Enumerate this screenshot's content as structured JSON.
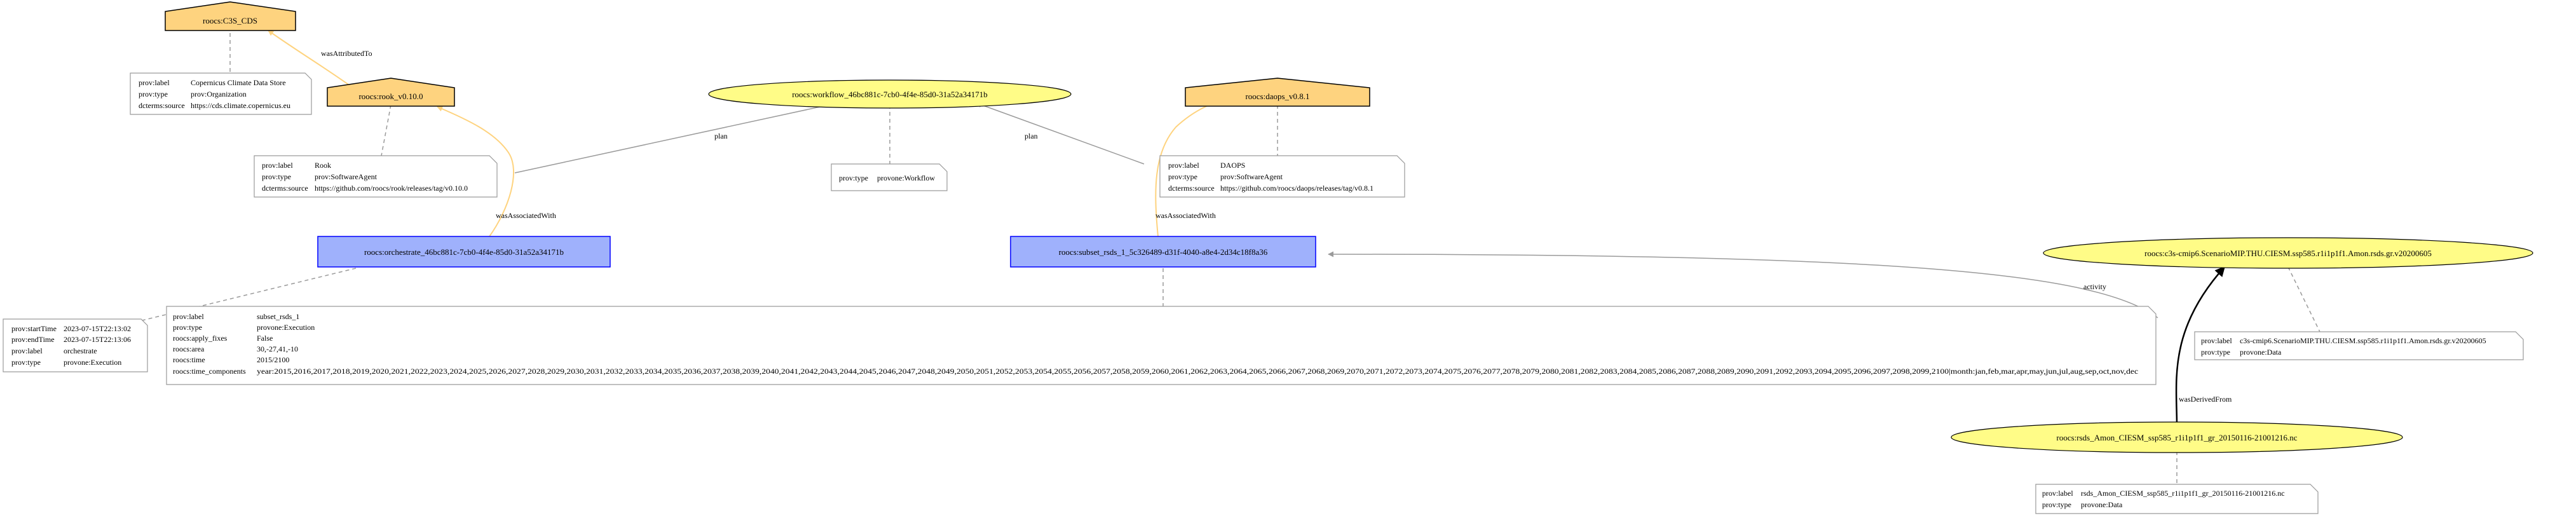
{
  "colors": {
    "agent_fill": "#fed37f",
    "activity_fill": "#9fb1fc",
    "activity_stroke": "#0000ff",
    "entity_fill": "#fffc87",
    "note_stroke": "#9a9a9a",
    "attributed_edge": "#fed37f",
    "associated_edge": "#fed37f",
    "plan_edge": "#9a9a9a",
    "activity_edge": "#9a9a9a",
    "derived_edge": "#000000"
  },
  "nodes": {
    "c3s_cds": {
      "label": "roocs:C3S_CDS"
    },
    "rook": {
      "label": "roocs:rook_v0.10.0"
    },
    "workflow": {
      "label": "roocs:workflow_46bc881c-7cb0-4f4e-85d0-31a52a34171b"
    },
    "daops": {
      "label": "roocs:daops_v0.8.1"
    },
    "orchestrate": {
      "label": "roocs:orchestrate_46bc881c-7cb0-4f4e-85d0-31a52a34171b"
    },
    "subset": {
      "label": "roocs:subset_rsds_1_5c326489-d31f-4040-a8e4-2d34c18f8a36"
    },
    "cmip6": {
      "label": "roocs:c3s-cmip6.ScenarioMIP.THU.CIESM.ssp585.r1i1p1f1.Amon.rsds.gr.v20200605"
    },
    "rsds_nc": {
      "label": "roocs:rsds_Amon_CIESM_ssp585_r1i1p1f1_gr_20150116-21001216.nc"
    }
  },
  "notes": {
    "c3s_cds": [
      {
        "key": "prov:label",
        "value": "Copernicus Climate Data Store"
      },
      {
        "key": "prov:type",
        "value": "prov:Organization"
      },
      {
        "key": "dcterms:source",
        "value": "https://cds.climate.copernicus.eu"
      }
    ],
    "rook": [
      {
        "key": "prov:label",
        "value": "Rook"
      },
      {
        "key": "prov:type",
        "value": "prov:SoftwareAgent"
      },
      {
        "key": "dcterms:source",
        "value": "https://github.com/roocs/rook/releases/tag/v0.10.0"
      }
    ],
    "workflow": [
      {
        "key": "prov:type",
        "value": "provone:Workflow"
      }
    ],
    "daops": [
      {
        "key": "prov:label",
        "value": "DAOPS"
      },
      {
        "key": "prov:type",
        "value": "prov:SoftwareAgent"
      },
      {
        "key": "dcterms:source",
        "value": "https://github.com/roocs/daops/releases/tag/v0.8.1"
      }
    ],
    "orchestrate": [
      {
        "key": "prov:startTime",
        "value": "2023-07-15T22:13:02"
      },
      {
        "key": "prov:endTime",
        "value": "2023-07-15T22:13:06"
      },
      {
        "key": "prov:label",
        "value": "orchestrate"
      },
      {
        "key": "prov:type",
        "value": "provone:Execution"
      }
    ],
    "subset": [
      {
        "key": "prov:label",
        "value": "subset_rsds_1"
      },
      {
        "key": "prov:type",
        "value": "provone:Execution"
      },
      {
        "key": "roocs:apply_fixes",
        "value": "False"
      },
      {
        "key": "roocs:area",
        "value": "30,-27,41,-10"
      },
      {
        "key": "roocs:time",
        "value": "2015/2100"
      },
      {
        "key": "roocs:time_components",
        "value": "year:2015,2016,2017,2018,2019,2020,2021,2022,2023,2024,2025,2026,2027,2028,2029,2030,2031,2032,2033,2034,2035,2036,2037,2038,2039,2040,2041,2042,2043,2044,2045,2046,2047,2048,2049,2050,2051,2052,2053,2054,2055,2056,2057,2058,2059,2060,2061,2062,2063,2064,2065,2066,2067,2068,2069,2070,2071,2072,2073,2074,2075,2076,2077,2078,2079,2080,2081,2082,2083,2084,2085,2086,2087,2088,2089,2090,2091,2092,2093,2094,2095,2096,2097,2098,2099,2100|month:jan,feb,mar,apr,may,jun,jul,aug,sep,oct,nov,dec"
      }
    ],
    "cmip6": [
      {
        "key": "prov:label",
        "value": "c3s-cmip6.ScenarioMIP.THU.CIESM.ssp585.r1i1p1f1.Amon.rsds.gr.v20200605"
      },
      {
        "key": "prov:type",
        "value": "provone:Data"
      }
    ],
    "rsds_nc": [
      {
        "key": "prov:label",
        "value": "rsds_Amon_CIESM_ssp585_r1i1p1f1_gr_20150116-21001216.nc"
      },
      {
        "key": "prov:type",
        "value": "provone:Data"
      }
    ]
  },
  "edges": {
    "attributed": "wasAttributedTo",
    "plan_left": "plan",
    "plan_right": "plan",
    "assoc_left": "wasAssociatedWith",
    "assoc_right": "wasAssociatedWith",
    "activity": "activity",
    "derived": "wasDerivedFrom"
  }
}
